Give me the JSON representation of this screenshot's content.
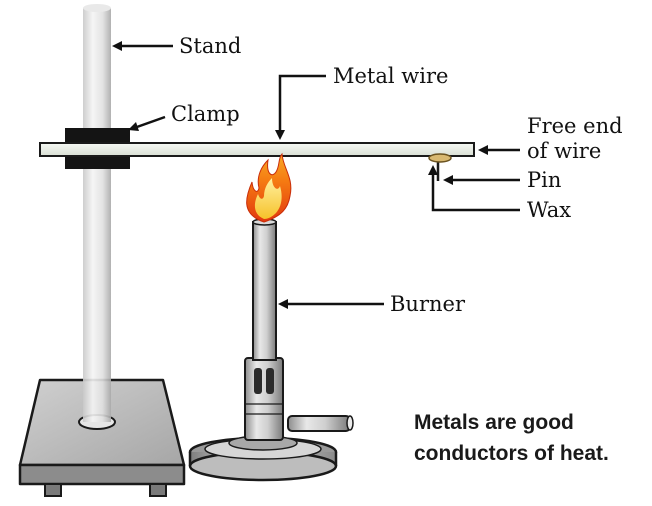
{
  "labels": {
    "stand": "Stand",
    "metal_wire": "Metal wire",
    "clamp": "Clamp",
    "free_end_line1": "Free end",
    "free_end_line2": "of wire",
    "pin": "Pin",
    "wax": "Wax",
    "burner": "Burner"
  },
  "caption": {
    "line1": "Metals are good",
    "line2": "conductors of heat."
  }
}
